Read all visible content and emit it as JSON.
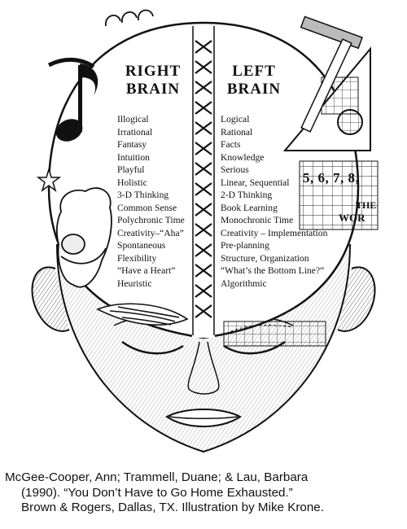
{
  "illustration": {
    "right_brain": {
      "heading_line1": "RIGHT",
      "heading_line2": "BRAIN",
      "traits": [
        "Illogical",
        "Irrational",
        "Fantasy",
        "Intuition",
        "Playful",
        "Holistic",
        "3-D Thinking",
        "Common Sense",
        "Polychronic Time",
        "Creativity–“Aha”",
        "Spontaneous",
        "Flexibility",
        "“Have a Heart”",
        "Heuristic"
      ]
    },
    "left_brain": {
      "heading_line1": "LEFT",
      "heading_line2": "BRAIN",
      "traits": [
        "Logical",
        "Rational",
        "Facts",
        "Knowledge",
        "Serious",
        "Linear, Sequential",
        "2-D Thinking",
        "Book Learning",
        "Monochronic Time",
        "Creativity – Implementation",
        "Pre-planning",
        "Structure, Organization",
        "“What’s the Bottom Line?”",
        "Algorithmic"
      ]
    },
    "numbers_text": "5, 6, 7, 8,",
    "partial_text_line1": "THE",
    "partial_text_line2": "WOR"
  },
  "citation": {
    "line1": "McGee-Cooper, Ann; Trammell, Duane; & Lau, Barbara",
    "line2": "(1990). “You Don’t Have to Go Home Exhausted.”",
    "line3": "Brown & Rogers, Dallas, TX. Illustration by Mike Krone."
  }
}
